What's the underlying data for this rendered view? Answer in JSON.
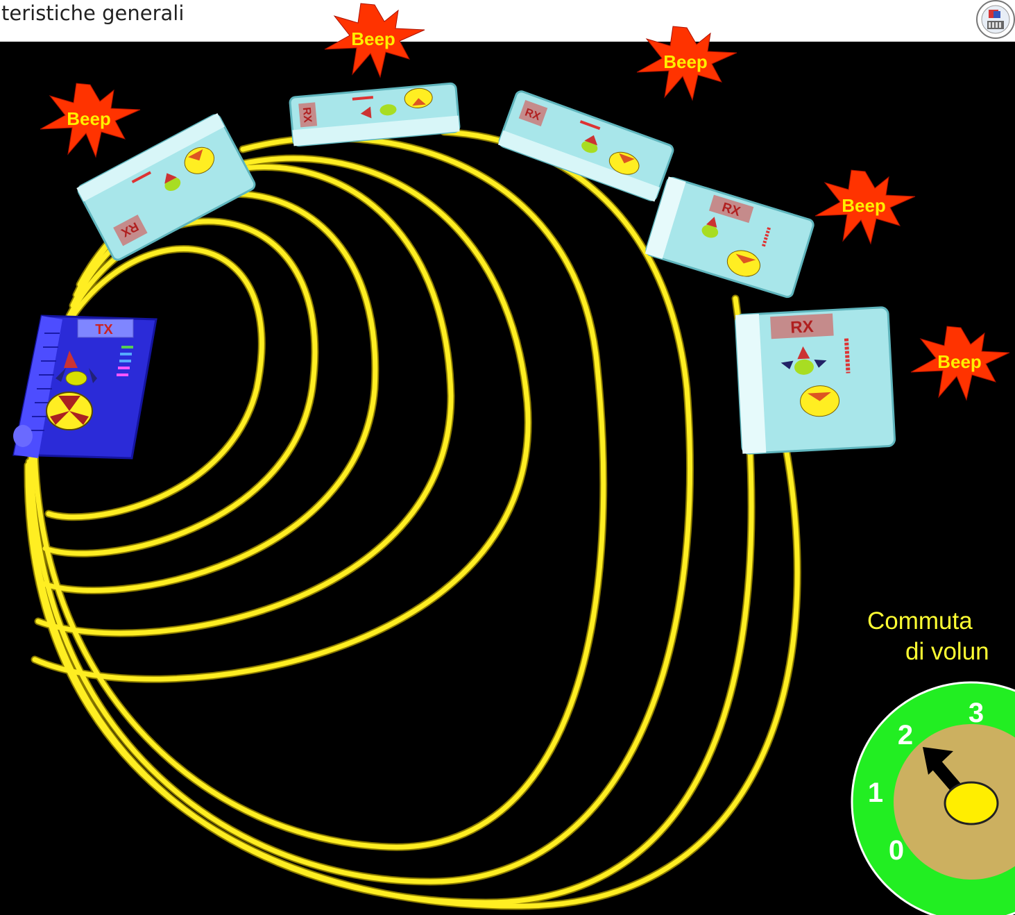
{
  "slide": {
    "title": "teristiche generali"
  },
  "transmitter": {
    "label": "TX"
  },
  "receivers": [
    {
      "label": "RX"
    },
    {
      "label": "RX"
    },
    {
      "label": "RX"
    },
    {
      "label": "RX"
    },
    {
      "label": "RX"
    }
  ],
  "beep_bursts": [
    {
      "text": "Beep"
    },
    {
      "text": "Beep"
    },
    {
      "text": "Beep"
    },
    {
      "text": "Beep"
    },
    {
      "text": "Beep"
    }
  ],
  "volume_switch": {
    "caption_line_1": "Commuta",
    "caption_line_2": "di volun",
    "positions": [
      "0",
      "1",
      "2",
      "3"
    ],
    "selected_position": "2"
  },
  "colors": {
    "background": "#000000",
    "cable": "#ffee22",
    "transmitter_body": "#2b2bd8",
    "receiver_body": "#a8e6ea",
    "burst_fill": "#ff3300",
    "burst_text": "#ffee00",
    "dial_ring": "#22ee22",
    "dial_center": "#ccb060",
    "caption": "#ffff33"
  }
}
